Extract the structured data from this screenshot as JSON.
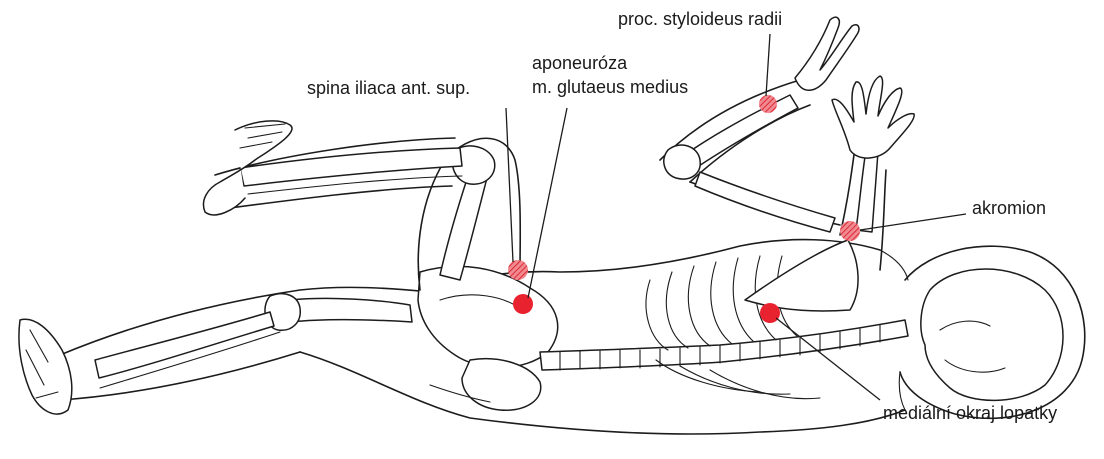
{
  "labels": {
    "spina": "spina iliaca ant. sup.",
    "aponeurosis_line1": "aponeuróza",
    "aponeurosis_line2": "m. glutaeus medius",
    "styloid": "proc. styloideus radii",
    "acromion": "akromion",
    "scapula": "mediální okraj lopatky"
  },
  "colors": {
    "marker": "#e8232f",
    "marker_hatched": "#e8434c",
    "line": "#1c1c1c"
  }
}
